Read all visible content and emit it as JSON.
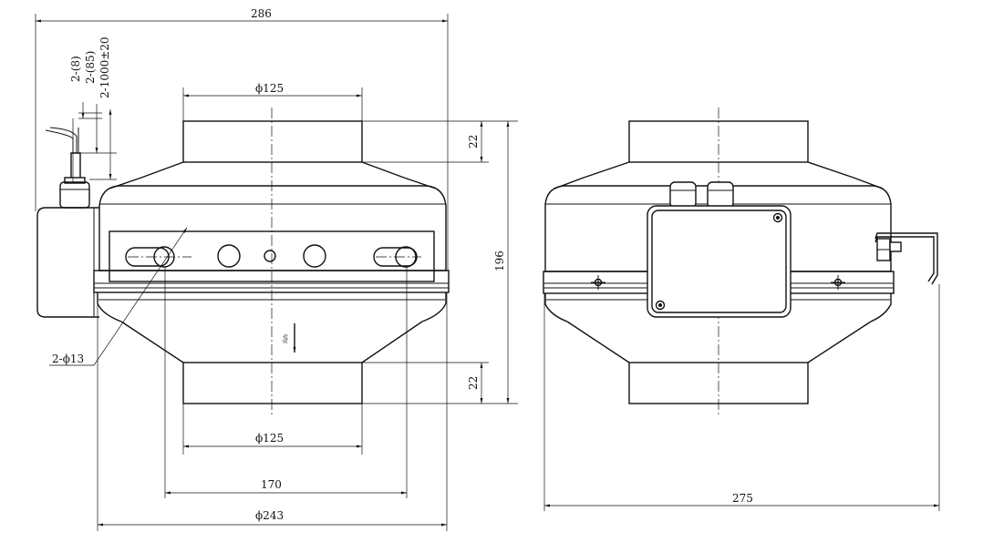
{
  "dims": {
    "overall_length": "286",
    "inlet_diameter_top": "ϕ125",
    "outlet_diameter_bottom": "ϕ125",
    "mount_hole_spacing": "170",
    "body_diameter": "ϕ243",
    "height": "196",
    "top_collar": "22",
    "bottom_collar": "22",
    "mount_holes": "2-ϕ13",
    "cable_1": "2-(8)",
    "cable_2": "2-(85)",
    "cable_3": "2-1000±20",
    "side_width": "275"
  },
  "annotations": {
    "flow_arrow_label": "风向"
  }
}
